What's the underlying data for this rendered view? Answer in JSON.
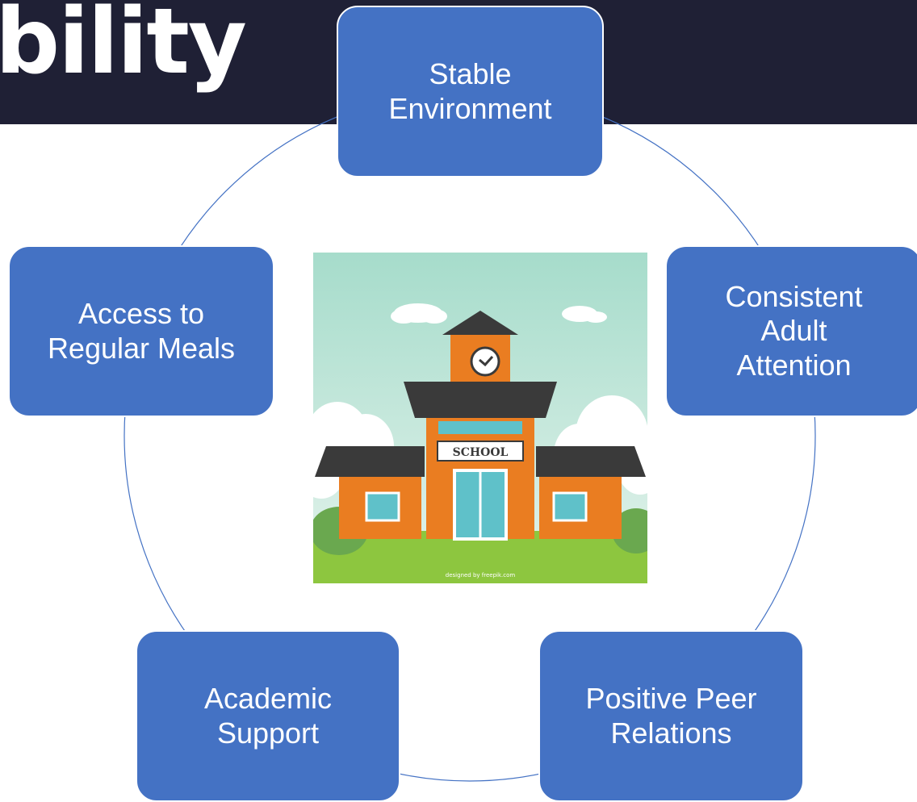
{
  "slide": {
    "title": "bility"
  },
  "diagram": {
    "center_image": "school-building-illustration",
    "school_sign": "SCHOOL",
    "image_credit": "designed by freepik.com",
    "nodes": [
      {
        "label": "Stable\nEnvironment"
      },
      {
        "label": "Consistent\nAdult\nAttention"
      },
      {
        "label": "Positive Peer\nRelations"
      },
      {
        "label": "Academic\nSupport"
      },
      {
        "label": "Access to\nRegular Meals"
      }
    ]
  },
  "colors": {
    "band": "#1f2035",
    "node": "#4472c4",
    "connector": "#4472c4"
  }
}
